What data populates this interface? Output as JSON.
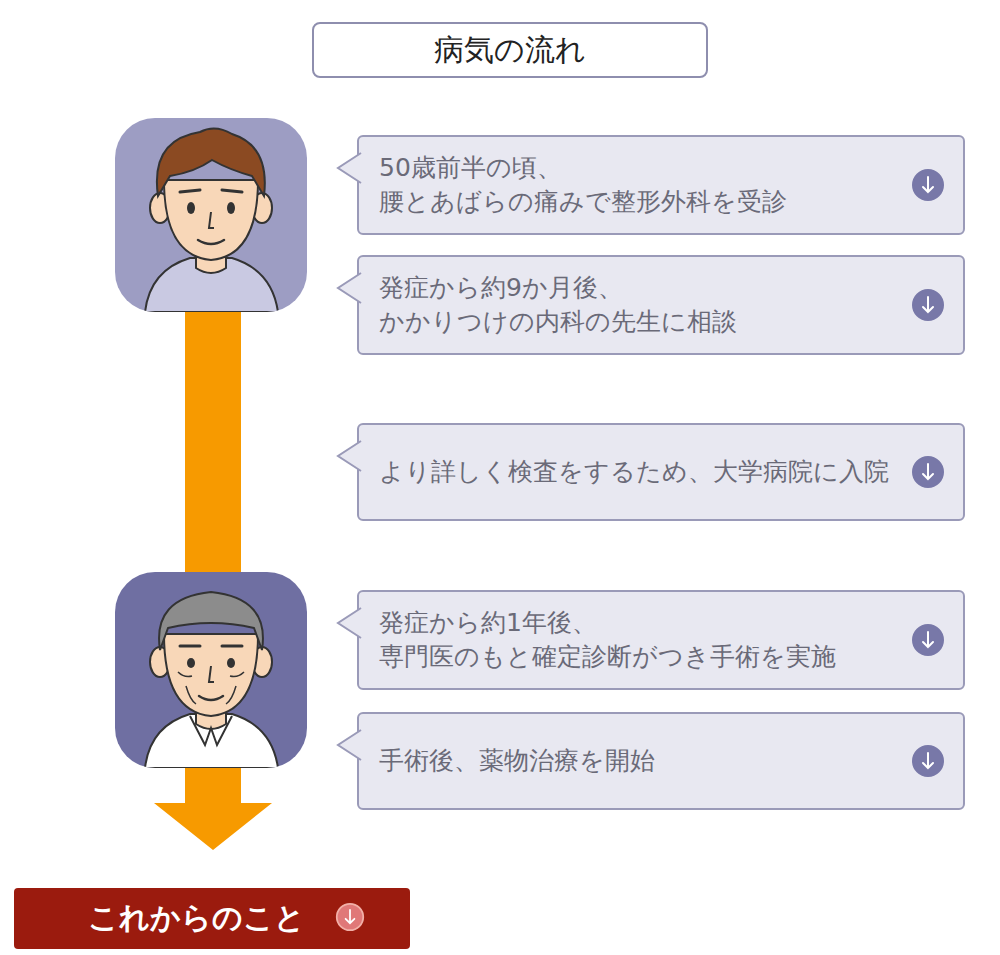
{
  "diagram": {
    "title": "病気の流れ",
    "nodes": [
      {
        "text": [
          "50歳前半の頃、 腰とあばらの痛みで整形外科を受診"
        ]
      },
      {
        "text": [
          "発症から約9か月後、 かかりつけの内科の先生に相談"
        ]
      },
      {
        "text": [
          "より詳しく検査をするため、大学病院に入院"
        ]
      },
      {
        "text": [
          "発症から約1年後、 専門医のもと確定診断がつき手術を実施"
        ]
      },
      {
        "text": [
          "手術後、薬物治療を開始"
        ]
      },
      {
        "text": [
          "これからのこと"
        ]
      }
    ]
  }
}
